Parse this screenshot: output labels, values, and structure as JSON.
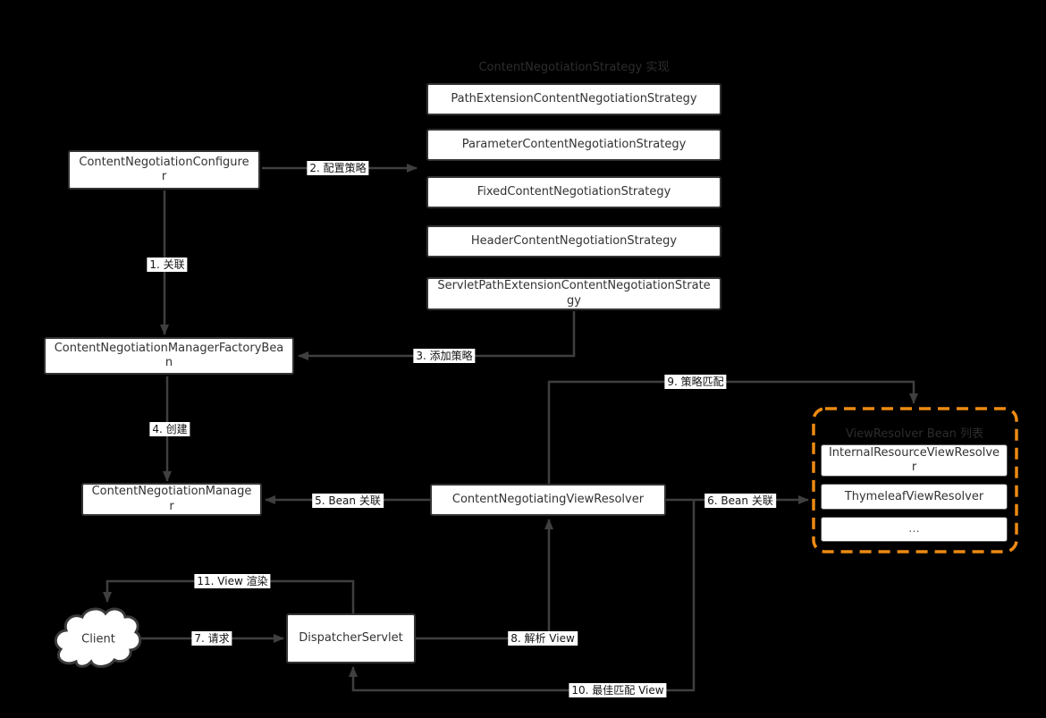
{
  "diagram": {
    "title_strategies": "ContentNegotiationStrategy 实现",
    "strategies": [
      "PathExtensionContentNegotiationStrategy",
      "ParameterContentNegotiationStrategy",
      "FixedContentNegotiationStrategy",
      "HeaderContentNegotiationStrategy",
      "ServletPathExtensionContentNegotiationStrategy"
    ],
    "nodes": {
      "configurer": "ContentNegotiationConfigurer",
      "factory_bean": "ContentNegotiationManagerFactoryBean",
      "manager": "ContentNegotiationManager",
      "cn_view_resolver": "ContentNegotiatingViewResolver",
      "dispatcher_servlet": "DispatcherServlet",
      "client": "Client"
    },
    "view_resolver_group": {
      "title": "ViewResolver Bean 列表",
      "items": [
        "InternalResourceViewResolver",
        "ThymeleafViewResolver",
        "..."
      ]
    },
    "edges": {
      "e1": "1. 关联",
      "e2": "2. 配置策略",
      "e3": "3. 添加策略",
      "e4": "4. 创建",
      "e5": "5. Bean 关联",
      "e6": "6. Bean 关联",
      "e7": "7. 请求",
      "e8": "8. 解析 View",
      "e9": "9. 策略匹配",
      "e10": "10. 最佳匹配 View",
      "e11": "11. View 渲染"
    },
    "colors": {
      "background": "#000000",
      "line": "#3f3f3f",
      "box_border": "#333333",
      "box_fill": "#ffffff",
      "text": "#333333",
      "label_bg": "#ffffff",
      "accent_orange": "#ed8a12"
    }
  }
}
